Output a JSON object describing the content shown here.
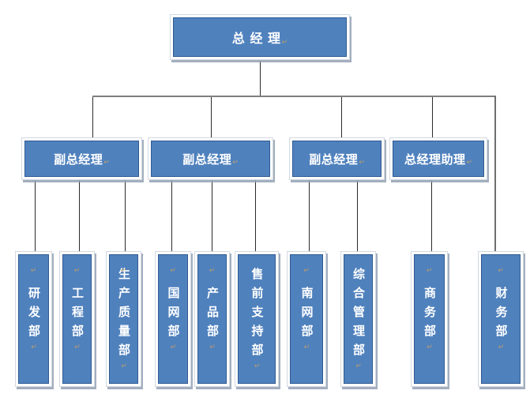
{
  "org": {
    "root": {
      "label": "总 经 理"
    },
    "level2": [
      {
        "label": "副总经理"
      },
      {
        "label": "副总经理"
      },
      {
        "label": "副总经理"
      },
      {
        "label": "总经理助理"
      }
    ],
    "level3": [
      {
        "label": "研发部"
      },
      {
        "label": "工程部"
      },
      {
        "label": "生产质量部"
      },
      {
        "label": "国网部"
      },
      {
        "label": "产品部"
      },
      {
        "label": "售前支持部"
      },
      {
        "label": "南网部"
      },
      {
        "label": "综合管理部"
      },
      {
        "label": "商务部"
      },
      {
        "label": "财务部"
      }
    ],
    "hierarchy": {
      "总 经 理": [
        "副总经理",
        "副总经理",
        "副总经理",
        "总经理助理"
      ],
      "副总经理-1": [
        "研发部",
        "工程部",
        "生产质量部"
      ],
      "副总经理-2": [
        "国网部",
        "产品部",
        "售前支持部"
      ],
      "副总经理-3": [
        "南网部",
        "综合管理部"
      ],
      "总经理助理": [
        "商务部",
        "财务部"
      ]
    },
    "paragraph_mark": "↵",
    "colors": {
      "box_fill": "#4f81bd",
      "box_border": "#2f5a93",
      "frame_background": "#ffffff",
      "frame_border": "#d3d9e0",
      "shadow": "#93a1b4",
      "connector_dark": "#2b2b2b",
      "connector_gray": "#7f7f7f",
      "label_text": "#ffffff",
      "mark_color": "#b89d6e"
    }
  }
}
